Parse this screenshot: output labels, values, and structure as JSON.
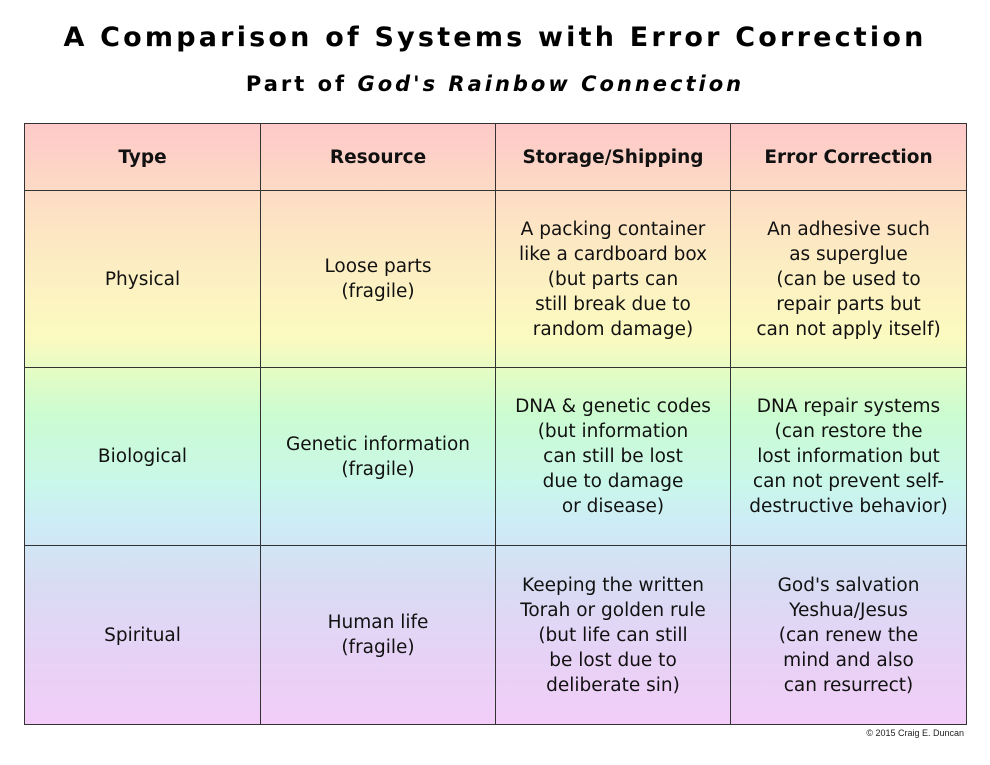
{
  "title": "A Comparison of Systems with Error Correction",
  "subtitle": {
    "prefix": "Part of ",
    "emphasis": "God's Rainbow Connection"
  },
  "table": {
    "headers": [
      "Type",
      "Resource",
      "Storage/Shipping",
      "Error Correction"
    ],
    "rows": [
      {
        "type": "Physical",
        "resource": [
          "Loose parts",
          "(fragile)"
        ],
        "storage": [
          "A packing container",
          "like a cardboard box",
          "(but parts can",
          "still break due to",
          "random damage)"
        ],
        "correction": [
          "An adhesive such",
          "as superglue",
          "(can be used to",
          "repair parts but",
          "can not apply itself)"
        ]
      },
      {
        "type": "Biological",
        "resource": [
          "Genetic information",
          "(fragile)"
        ],
        "storage": [
          "DNA & genetic codes",
          "(but information",
          "can still be lost",
          "due to damage",
          "or disease)"
        ],
        "correction": [
          "DNA repair systems",
          "(can restore the",
          "lost information but",
          "can not prevent self-",
          "destructive behavior)"
        ]
      },
      {
        "type": "Spiritual",
        "resource": [
          "Human life",
          "(fragile)"
        ],
        "storage": [
          "Keeping the written",
          "Torah or golden rule",
          "(but life can still",
          "be lost due to",
          "deliberate sin)"
        ],
        "correction": [
          "God's salvation",
          "Yeshua/Jesus",
          "(can renew the",
          "mind and also",
          "can resurrect)"
        ]
      }
    ]
  },
  "copyright": "© 2015 Craig E. Duncan"
}
